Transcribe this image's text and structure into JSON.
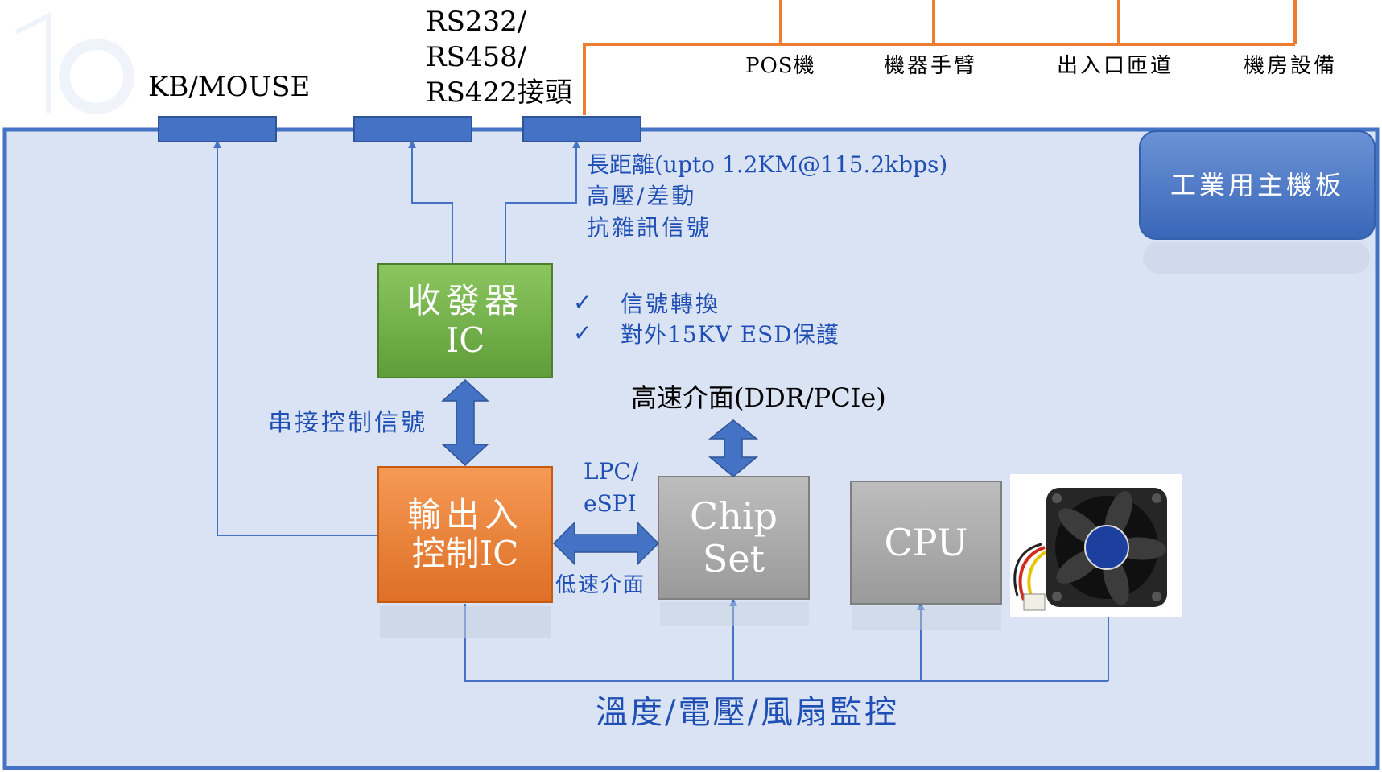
{
  "connectors": {
    "kb_mouse": "KB/MOUSE",
    "rs_line1": "RS232/",
    "rs_line2": "RS458/",
    "rs_line3": "RS422接頭"
  },
  "devices": [
    "POS機",
    "機器手臂",
    "出入口匝道",
    "機房設備"
  ],
  "board_title": "工業用主機板",
  "rs422_notes": [
    "長距離(upto 1.2KM@115.2kbps)",
    "高壓/差動",
    "抗雜訊信號"
  ],
  "transceiver": {
    "line1": "收發器",
    "line2": "IC"
  },
  "transceiver_features": [
    "信號轉換",
    "對外15KV ESD保護"
  ],
  "checkmark": "✓",
  "serial_control_label": "串接控制信號",
  "io_controller": {
    "line1": "輸出入",
    "line2": "控制IC"
  },
  "lpc_label_line1": "LPC/",
  "lpc_label_line2": "eSPI",
  "low_speed_label": "低速介面",
  "high_speed_label": "高速介面(DDR/PCIe)",
  "chipset": {
    "line1": "Chip",
    "line2": "Set"
  },
  "cpu": "CPU",
  "monitor_label": "溫度/電壓/風扇監控",
  "colors": {
    "board_fill": "#dae3f3",
    "board_border": "#4472c4",
    "connector_fill": "#4472c4",
    "transceiver_fill": "#70ad47",
    "io_fill": "#ed7d31",
    "gray_block": "#a5a5a5",
    "orange_line": "#ed7d31",
    "blue_text": "#1f4fb4",
    "title_button": "#4472c4"
  },
  "icons": [
    "cooling-fan-icon",
    "checkmark-icon",
    "double-arrow-icon"
  ]
}
